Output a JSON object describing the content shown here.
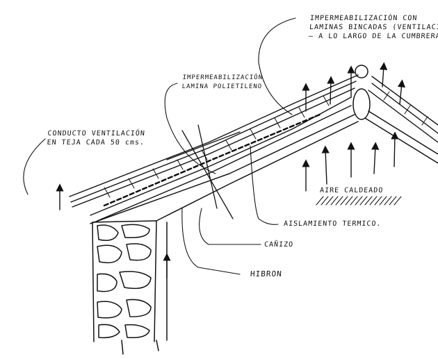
{
  "labels": {
    "ridge_waterproofing": [
      "IMPERMEABILIZACIÓN CON",
      "LAMINAS BINCADAS (VENTILACIÓN)",
      "— A LO LARGO DE LA CUMBRERA —"
    ],
    "polyethylene": [
      "IMPERMEABILIZACIÓN",
      "LAMINA POLIETILENO"
    ],
    "vent_duct": [
      "CONDUCTO VENTILACIÓN",
      "EN TEJA CADA 50 cms."
    ],
    "warm_air": "AIRE CALDEADO",
    "insulation": "AISLAMIENTO TERMICO.",
    "reed": "CAÑIZO",
    "hybron": "HIBRON"
  },
  "colors": {
    "ink": "#111111",
    "paper": "#ffffff"
  }
}
